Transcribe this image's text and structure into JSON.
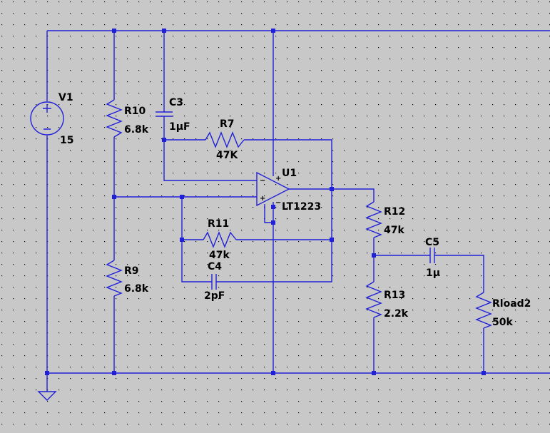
{
  "components": {
    "v1": {
      "name": "V1",
      "value": "15"
    },
    "r10": {
      "name": "R10",
      "value": "6.8k"
    },
    "r9": {
      "name": "R9",
      "value": "6.8k"
    },
    "c3": {
      "name": "C3",
      "value": "1µF"
    },
    "r7": {
      "name": "R7",
      "value": "47K"
    },
    "u1": {
      "name": "U1",
      "value": "LT1223"
    },
    "r11": {
      "name": "R11",
      "value": "47k"
    },
    "c4": {
      "name": "C4",
      "value": "2pF"
    },
    "r12": {
      "name": "R12",
      "value": "47k"
    },
    "r13": {
      "name": "R13",
      "value": "2.2k"
    },
    "c5": {
      "name": "C5",
      "value": "1µ"
    },
    "rload2": {
      "name": "Rload2",
      "value": "50k"
    }
  },
  "opamp_pins": {
    "plus": "+",
    "minus": "−"
  },
  "colors": {
    "background": "#c8c8c8",
    "wire": "#2020d8",
    "grid_dot": "#000000",
    "text": "#000000"
  }
}
